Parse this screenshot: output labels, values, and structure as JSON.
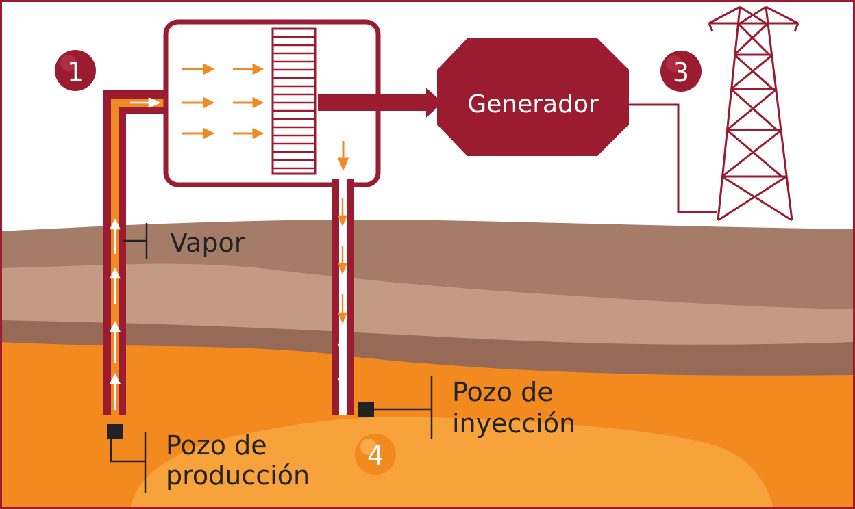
{
  "labels": {
    "generator": "Generador",
    "steam": "Vapor",
    "production_well_line1": "Pozo de",
    "production_well_line2": "producción",
    "injection_well_line1": "Pozo de",
    "injection_well_line2": "inyección"
  },
  "steps": {
    "step1": "1",
    "step3": "3",
    "step4": "4"
  },
  "colors": {
    "frame": "#9e1a2e",
    "pipe": "#9b1b30",
    "steam": "#f08a24",
    "generator": "#9b1b30",
    "earth_top": "#a47c68",
    "earth_mid": "#c39a84",
    "earth_dark": "#976a58",
    "magma": "#f28a1f",
    "magma_light": "#f7a23a",
    "arrow": "#f08a24"
  }
}
